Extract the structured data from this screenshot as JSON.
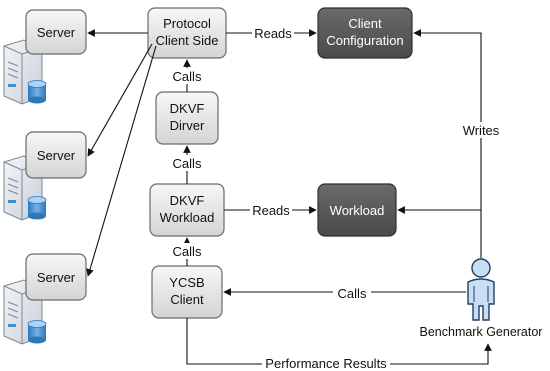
{
  "servers": [
    "Server",
    "Server",
    "Server"
  ],
  "nodes": {
    "protocol_client": [
      "Protocol",
      "Client Side"
    ],
    "client_config": [
      "Client",
      "Configuration"
    ],
    "dkvf_driver": [
      "DKVF",
      "Dirver"
    ],
    "dkvf_workload": [
      "DKVF",
      "Workload"
    ],
    "workload": "Workload",
    "ycsb_client": [
      "YCSB",
      "Client"
    ]
  },
  "actor": {
    "label": "Benchmark Generator",
    "icon": "person-icon"
  },
  "edges": {
    "reads_config": "Reads",
    "calls_driver_protocol": "Calls",
    "calls_workload_driver": "Calls",
    "reads_workload": "Reads",
    "calls_ycsb_workload": "Calls",
    "writes": "Writes",
    "calls_generator_ycsb": "Calls",
    "performance_results": "Performance Results"
  },
  "colors": {
    "box_fill_top": "#f7f7f7",
    "box_fill_bottom": "#d6d6d6",
    "box_stroke": "#6b6b6b",
    "dark_box_fill": "#5b5b5b",
    "dark_box_stroke": "#2e2e2e",
    "server_blue": "#3f8fd0",
    "actor_fill": "#c9ddf3",
    "actor_stroke": "#1f3f66"
  }
}
